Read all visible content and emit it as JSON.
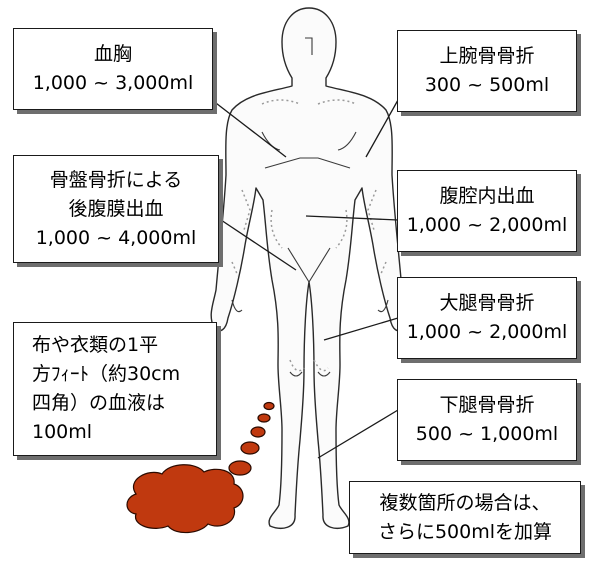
{
  "callouts": {
    "hemothorax": {
      "name": "血胸",
      "volume": "1,000 ~ 3,000ml"
    },
    "humerus": {
      "name": "上腕骨骨折",
      "volume": "300 ~ 500ml"
    },
    "pelvis": {
      "line1": "骨盤骨折による",
      "line2": "後腹膜出血",
      "volume": "1,000 ~ 4,000ml"
    },
    "abdomen": {
      "name": "腹腔内出血",
      "volume": "1,000 ~ 2,000ml"
    },
    "femur": {
      "name": "大腿骨骨折",
      "volume": "1,000 ~ 2,000ml"
    },
    "cloth": {
      "line1": "布や衣類の1平",
      "line2": "方ﾌｨｰﾄ（約30cm",
      "line3": "四角）の血液は",
      "line4": "100ml"
    },
    "tibia": {
      "name": "下腿骨骨折",
      "volume": "500 ~ 1,000ml"
    },
    "multiple": {
      "line1": "複数箇所の場合は、",
      "line2": "さらに500mlを加算"
    }
  },
  "colors": {
    "blood": "#c0390f",
    "outline": "#1a1a1a",
    "shadow": "#6e6e6e",
    "fracture": "#9a9a9a"
  },
  "icons": {
    "body": "human-body-outline",
    "blood": "blood-pool"
  }
}
